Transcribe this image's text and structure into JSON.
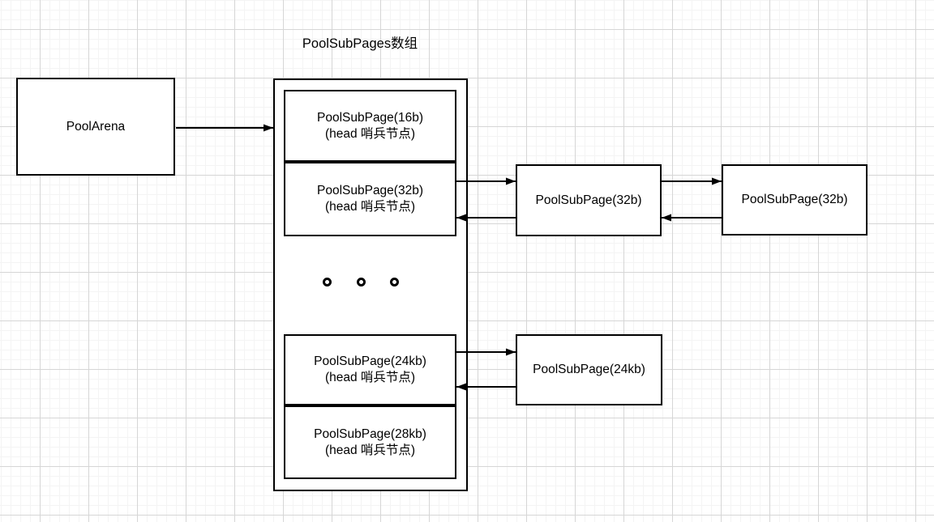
{
  "diagram": {
    "title": "PoolSubPages数组",
    "pool_arena": {
      "label": "PoolArena"
    },
    "array_container": {
      "slots": [
        {
          "line1": "PoolSubPage(16b)",
          "line2": "(head 哨兵节点)"
        },
        {
          "line1": "PoolSubPage(32b)",
          "line2": "(head 哨兵节点)"
        },
        {
          "line1": "PoolSubPage(24kb)",
          "line2": "(head 哨兵节点)"
        },
        {
          "line1": "PoolSubPage(28kb)",
          "line2": "(head 哨兵节点)"
        }
      ],
      "ellipsis_dots": 3
    },
    "linked_nodes": [
      {
        "label": "PoolSubPage(32b)"
      },
      {
        "label": "PoolSubPage(32b)"
      },
      {
        "label": "PoolSubPage(24kb)"
      }
    ],
    "edges": [
      {
        "from": "PoolArena",
        "to": "PoolSubPages数组",
        "direction": "one-way"
      },
      {
        "from": "PoolSubPage(32b) head",
        "to": "PoolSubPage(32b) #1",
        "direction": "bidirectional"
      },
      {
        "from": "PoolSubPage(32b) #1",
        "to": "PoolSubPage(32b) #2",
        "direction": "bidirectional"
      },
      {
        "from": "PoolSubPage(24kb) head",
        "to": "PoolSubPage(24kb) #1",
        "direction": "bidirectional"
      }
    ],
    "colors": {
      "stroke": "#000000",
      "fill": "#ffffff",
      "grid_minor": "#f4f4f4",
      "grid_major": "#d6d6d6"
    }
  }
}
